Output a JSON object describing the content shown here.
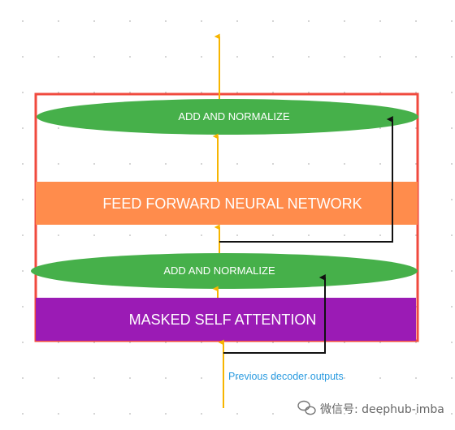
{
  "diagram": {
    "title": "",
    "blocks": {
      "add_normalize_top": "ADD AND NORMALIZE",
      "feed_forward": "FEED FORWARD NEURAL NETWORK",
      "add_normalize_bottom": "ADD AND NORMALIZE",
      "masked_self_attention": "MASKED SELF ATTENTION"
    },
    "input_caption": "Previous decoder outputs"
  },
  "watermark": {
    "text": "微信号: deephub-imba",
    "icon": "wechat-icon"
  },
  "colors": {
    "frame": "#f04a3e",
    "ellipse": "#46b04a",
    "feed_forward": "#ff8c4c",
    "masked_attention": "#9b1bb5",
    "arrow": "#f7b500",
    "residual": "#111111",
    "caption": "#2a9be0"
  }
}
